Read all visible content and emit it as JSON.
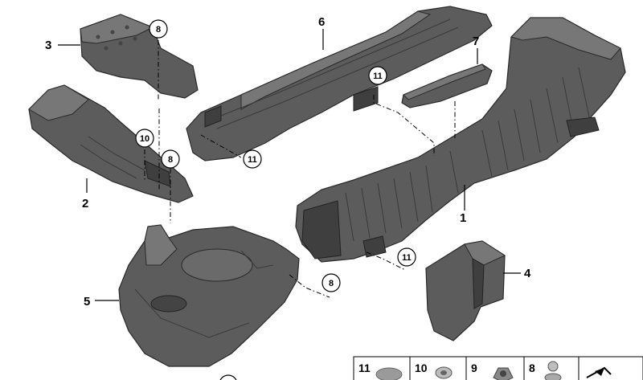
{
  "callouts": {
    "c1": "1",
    "c2": "2",
    "c3": "3",
    "c4": "4",
    "c5": "5",
    "c6": "6",
    "c7": "7"
  },
  "circled": {
    "a": "8",
    "b": "8",
    "c": "8",
    "d": "10",
    "e": "11",
    "f": "11",
    "g": "11"
  },
  "legend": {
    "items": [
      "11",
      "10",
      "9",
      "8"
    ]
  },
  "colors": {
    "part": "#5c5c5c",
    "outline": "#2a2a2a"
  }
}
